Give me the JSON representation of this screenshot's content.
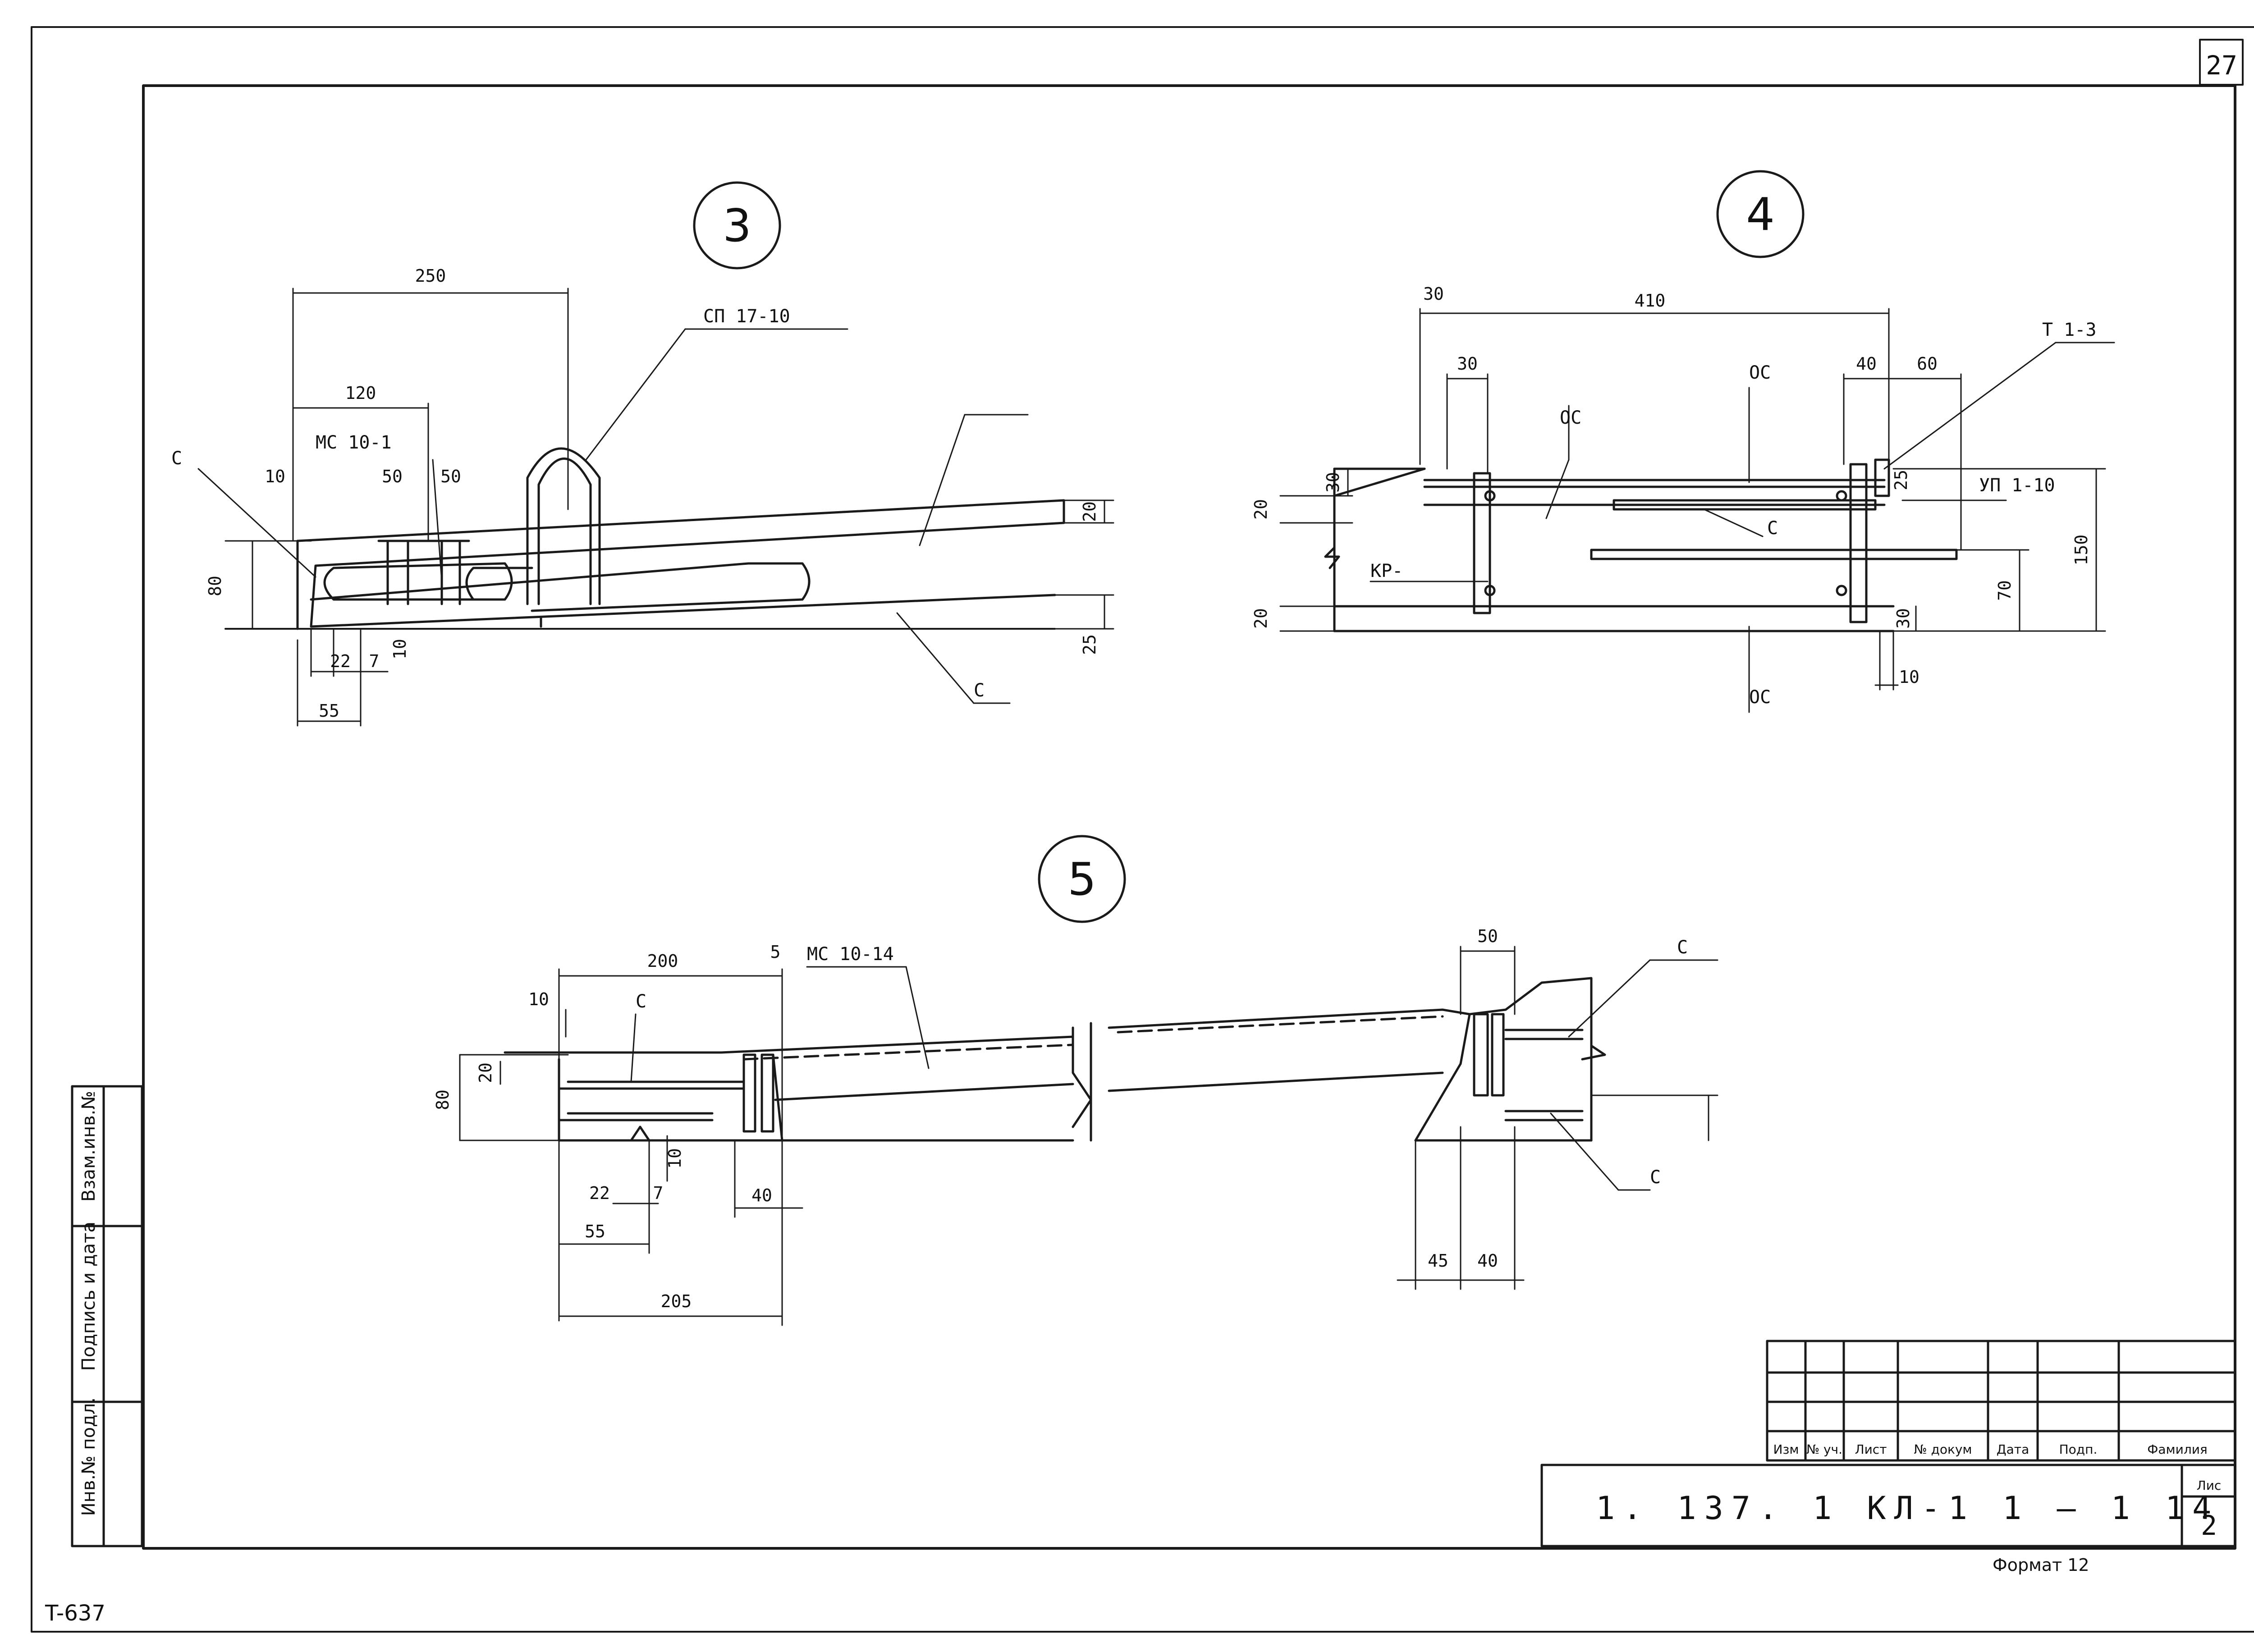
{
  "sheet": {
    "page_number": "27",
    "archive_mark": "T-637",
    "format_label": "Формат 12",
    "stroke_color": "#1a1a1a"
  },
  "side_stamp": {
    "field_inv": "Инв.№ подл.",
    "field_sign": "Подпись и дата",
    "field_vzam": "Взам.инв.№"
  },
  "title_block": {
    "headers": [
      "Изм",
      "№ уч.",
      "Лист",
      "№ докум",
      "Дата",
      "Подп.",
      "Фамилия"
    ],
    "doc_code": "1. 137. 1   КЛ-1   1 — 1   14",
    "sheet_label": "Лис",
    "sheet_number": "2"
  },
  "details": {
    "d3": {
      "number": "3",
      "part_sp": "СП 17-10",
      "part_mc": "МС 10-1",
      "part_c": "С",
      "dims": [
        "250",
        "120",
        "10",
        "50",
        "50",
        "80",
        "20",
        "25",
        "22",
        "7",
        "10",
        "55"
      ]
    },
    "d4": {
      "number": "4",
      "part_t": "Т 1-3",
      "part_up": "УП 1-10",
      "part_oc": "ОС",
      "part_c": "С",
      "part_kr": "КР-",
      "dims": [
        "30",
        "410",
        "30",
        "40",
        "60",
        "30",
        "20",
        "25",
        "150",
        "70",
        "20",
        "30",
        "10"
      ]
    },
    "d5": {
      "number": "5",
      "part_mc": "МС 10-14",
      "part_c": "С",
      "dims": [
        "200",
        "5",
        "10",
        "20",
        "80",
        "22",
        "7",
        "10",
        "40",
        "55",
        "205",
        "50",
        "45",
        "40"
      ]
    }
  }
}
